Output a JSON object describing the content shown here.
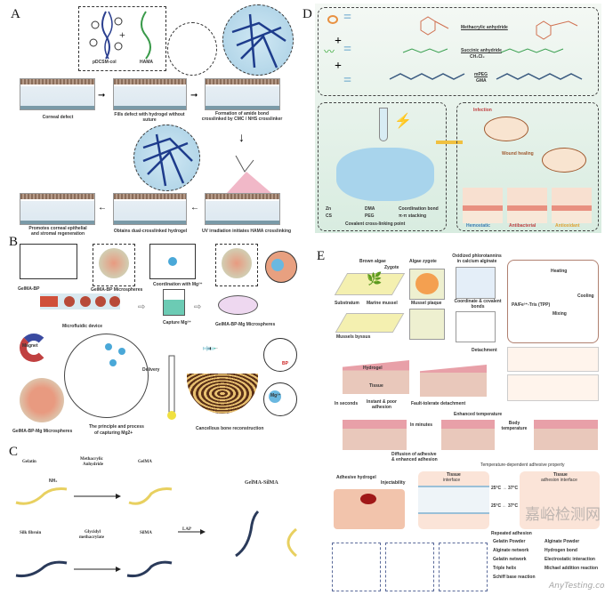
{
  "panels": {
    "A": {
      "label": "A",
      "inset": [
        "pDCSM-col",
        "HAMA"
      ],
      "steps": [
        "Corneal defect",
        "Fills defect with hydrogel without suture",
        "Formation of amide bond",
        "crosslinked by CMC / NHS crosslinker",
        "UV irradiation initiates HAMA crosslinking",
        "Obtains dual-crosslinked hydrogel",
        "Promotes corneal epithelial",
        "and stromal regeneration"
      ]
    },
    "B": {
      "label": "B",
      "texts": [
        "GelMA-BP",
        "GelMA-BP Microspheres",
        "Coordination with Mg²⁺",
        "Microfluidic device",
        "Capture Mg²⁺",
        "GelMA-BP-Mg Microspheres",
        "Magnet",
        "GelMA-BP-Mg Microspheres",
        "The principle and process",
        "of capturing Mg2+",
        "Delivery",
        "Cancellous bone reconstruction",
        "Mg²⁺",
        "BP"
      ]
    },
    "C": {
      "label": "C",
      "texts": [
        "Gelatin",
        "Methacrylic",
        "Anhydride",
        "GelMA",
        "Silk fibroin",
        "Glycidyl",
        "methacrylate",
        "SilMA",
        "LAP",
        "GelMA-SilMA",
        "NH₂"
      ]
    },
    "D": {
      "label": "D",
      "reactions": [
        "Methacrylic anhydride",
        "Succinic anhydride",
        "CH₂Cl₂",
        "mPEG",
        "GMA"
      ],
      "legend": [
        "Zn",
        "DMA",
        "Coordination bond",
        "CS",
        "PEG",
        "π-π stacking",
        "Covalent cross-linking point"
      ],
      "outcomes": [
        "Hemostatic",
        "Antibacterial",
        "Antioxidant"
      ],
      "rat_texts": [
        "Infection",
        "Wound healing"
      ]
    },
    "E": {
      "label": "E",
      "texts": [
        "Brown algae",
        "Zygote",
        "Algae zygote",
        "Oxidized phlorotannins",
        "in calcium alginate",
        "Substratum",
        "Marine mussel",
        "Mussel plaque",
        "Coordinate & covalent bonds",
        "Mussels byssus",
        "Heating",
        "Cooling",
        "PA/Fe³⁺-Tris (TPP)",
        "Mixing",
        "Detachment",
        "Hydrogel",
        "Tissue",
        "In seconds",
        "Instant & poor adhesion",
        "Fault-tolerate detachment",
        "Enhanced temperature",
        "In minutes",
        "Body temperature",
        "Diffusion of adhesive",
        "& enhanced adhesion",
        "Temperature-dependent adhesive property",
        "Adhesive hydrogel",
        "Injectability",
        "Tissue",
        "interface",
        "adhesion interface",
        "25°C → 37°C",
        "25°C ← 37°C",
        "Repeated adhesion",
        "Gelatin Powder",
        "Alginate Powder",
        "Alginate network",
        "Hydrogen bond",
        "Gelatin network",
        "Electrostatic interaction",
        "Triple helix",
        "Michael addition reaction",
        "Schiff base reaction"
      ]
    }
  },
  "watermark": {
    "cn": "嘉峪检测网",
    "en": "AnyTesting.com"
  },
  "colors": {
    "d_bg": "#e2f0e6",
    "hydrogel": "#e8a0a8",
    "tissue": "#e9c8bb",
    "gelatin": "#e8d060",
    "silk": "#2a3a5a"
  }
}
